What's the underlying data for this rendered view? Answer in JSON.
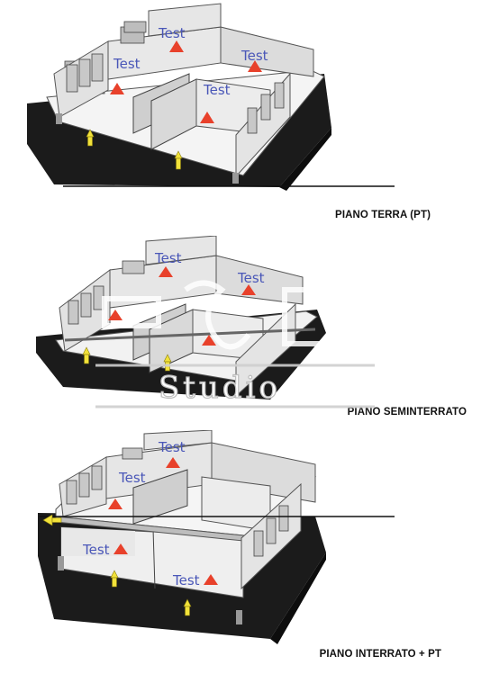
{
  "panels": [
    {
      "caption": "PIANO TERRA (PT)",
      "rooms": [
        {
          "label": "Test"
        },
        {
          "label": "Test"
        },
        {
          "label": "Test"
        },
        {
          "label": "Test"
        }
      ]
    },
    {
      "caption": "PIANO SEMINTERRATO",
      "rooms": [
        {
          "label": "Test"
        },
        {
          "label": "Test"
        }
      ]
    },
    {
      "caption": "PIANO INTERRATO + PT",
      "rooms": [
        {
          "label": "Test"
        },
        {
          "label": "Test"
        },
        {
          "label": "Test"
        },
        {
          "label": "Test"
        }
      ]
    }
  ],
  "watermark": {
    "text": "Studio"
  },
  "colors": {
    "label": "#4a57b8",
    "marker": "#e8412b",
    "arrow": "#f2e23a",
    "ground": "#1a1a1a"
  }
}
